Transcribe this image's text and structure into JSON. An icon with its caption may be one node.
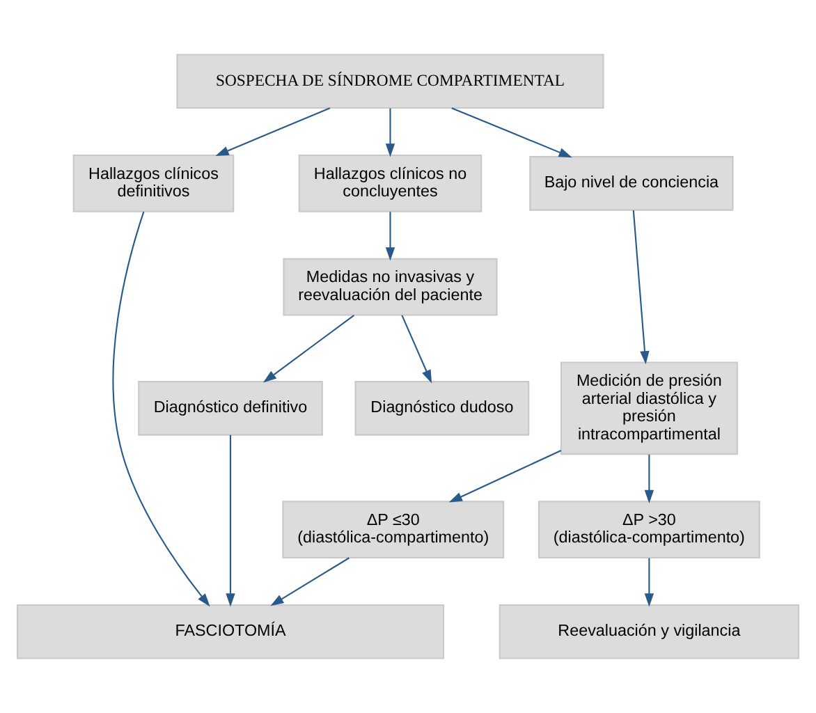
{
  "diagram": {
    "nodes": [
      {
        "text": [
          "SOSPECHA DE SÍNDROME COMPARTIMENTAL"
        ]
      },
      {
        "text": [
          "Hallazgos clínicos definitivos"
        ]
      },
      {
        "text": [
          "Hallazgos clínicos no concluyentes"
        ]
      },
      {
        "text": [
          "Bajo nivel de conciencia"
        ]
      },
      {
        "text": [
          "Medidas no invasivas y reevaluación del paciente"
        ]
      },
      {
        "text": [
          "Diagnóstico definitivo"
        ]
      },
      {
        "text": [
          "Diagnóstico dudoso"
        ]
      },
      {
        "text": [
          "Medición de presión arterial diastólica y presión intracompartimental"
        ]
      },
      {
        "text": [
          "ΔP ≤30",
          "(diastólica-compartimento)"
        ]
      },
      {
        "text": [
          "ΔP >30",
          "(diastólica-compartimento)"
        ]
      },
      {
        "text": [
          "FASCIOTOMÍA"
        ]
      },
      {
        "text": [
          "Reevaluación y vigilancia"
        ]
      }
    ],
    "edges": [
      {
        "from": 0,
        "to": 1,
        "arrow": "to"
      },
      {
        "from": 0,
        "to": 2,
        "arrow": "to"
      },
      {
        "from": 0,
        "to": 3,
        "arrow": "to"
      },
      {
        "from": 2,
        "to": 4,
        "arrow": "to"
      },
      {
        "from": 4,
        "to": 5,
        "arrow": "to"
      },
      {
        "from": 4,
        "to": 6,
        "arrow": "to"
      },
      {
        "from": 3,
        "to": 7,
        "arrow": "to"
      },
      {
        "from": 7,
        "to": 8,
        "arrow": "to"
      },
      {
        "from": 7,
        "to": 9,
        "arrow": "to"
      },
      {
        "from": 1,
        "to": 10,
        "arrow": "to"
      },
      {
        "from": 5,
        "to": 10,
        "arrow": "to"
      },
      {
        "from": 8,
        "to": 10,
        "arrow": "to"
      },
      {
        "from": 9,
        "to": 11,
        "arrow": "to"
      }
    ]
  }
}
